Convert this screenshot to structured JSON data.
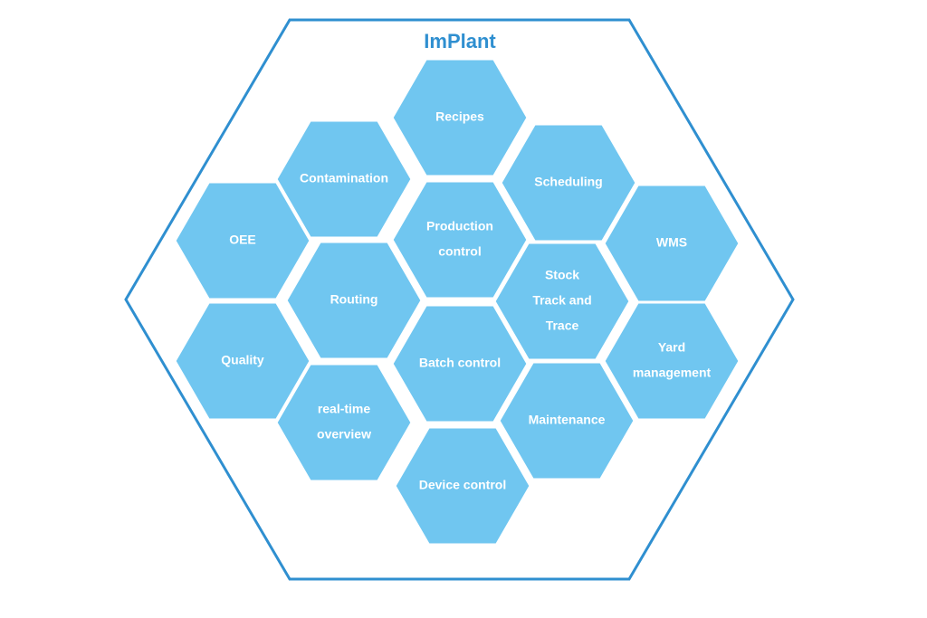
{
  "title": "ImPlant",
  "colors": {
    "outline": "#2f8fd0",
    "hex_fill": "#70c6f0",
    "hex_border": "#ffffff",
    "label_text": "#ffffff",
    "title_text": "#2f8fd0"
  },
  "modules": [
    {
      "name": "recipes",
      "lines": [
        "Recipes"
      ]
    },
    {
      "name": "contamination",
      "lines": [
        "Contamination"
      ]
    },
    {
      "name": "scheduling",
      "lines": [
        "Scheduling"
      ]
    },
    {
      "name": "oee",
      "lines": [
        "OEE"
      ]
    },
    {
      "name": "production-control",
      "lines": [
        "Production",
        "control"
      ]
    },
    {
      "name": "wms",
      "lines": [
        "WMS"
      ]
    },
    {
      "name": "routing",
      "lines": [
        "Routing"
      ]
    },
    {
      "name": "stock-track-trace",
      "lines": [
        "Stock",
        "Track and",
        "Trace"
      ]
    },
    {
      "name": "quality",
      "lines": [
        "Quality"
      ]
    },
    {
      "name": "batch-control",
      "lines": [
        "Batch control"
      ]
    },
    {
      "name": "yard-management",
      "lines": [
        "Yard",
        "management"
      ]
    },
    {
      "name": "real-time-overview",
      "lines": [
        "real-time",
        "overview"
      ]
    },
    {
      "name": "maintenance",
      "lines": [
        "Maintenance"
      ]
    },
    {
      "name": "device-control",
      "lines": [
        "Device control"
      ]
    }
  ]
}
